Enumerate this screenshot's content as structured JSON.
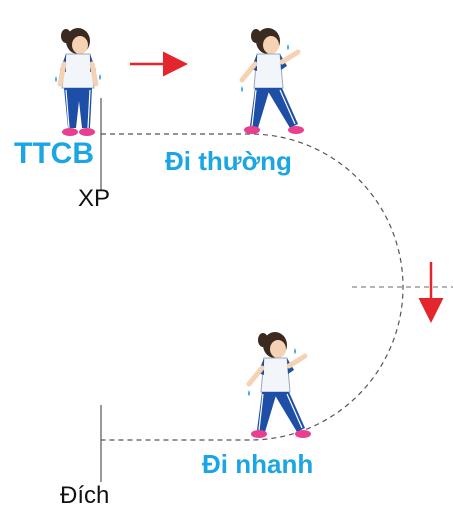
{
  "labels": {
    "ready_position": "TTCB",
    "walk_normal": "Đi thường",
    "start": "XP",
    "walk_fast": "Đi nhanh",
    "finish": "Đích"
  },
  "colors": {
    "label_blue": "#1ba6e3",
    "arrow_red": "#e3262b",
    "path_dash": "#555555",
    "shirt": "#f2f6fb",
    "pants_blue": "#1d4fa6",
    "shoes_pink": "#e8408f",
    "hair": "#3a2a20",
    "skin": "#f6d2b4",
    "sweat_drop": "#3aa8e8"
  },
  "icons": {
    "direction_arrows": "arrow-icon",
    "figures": "walking-girl-icon"
  }
}
